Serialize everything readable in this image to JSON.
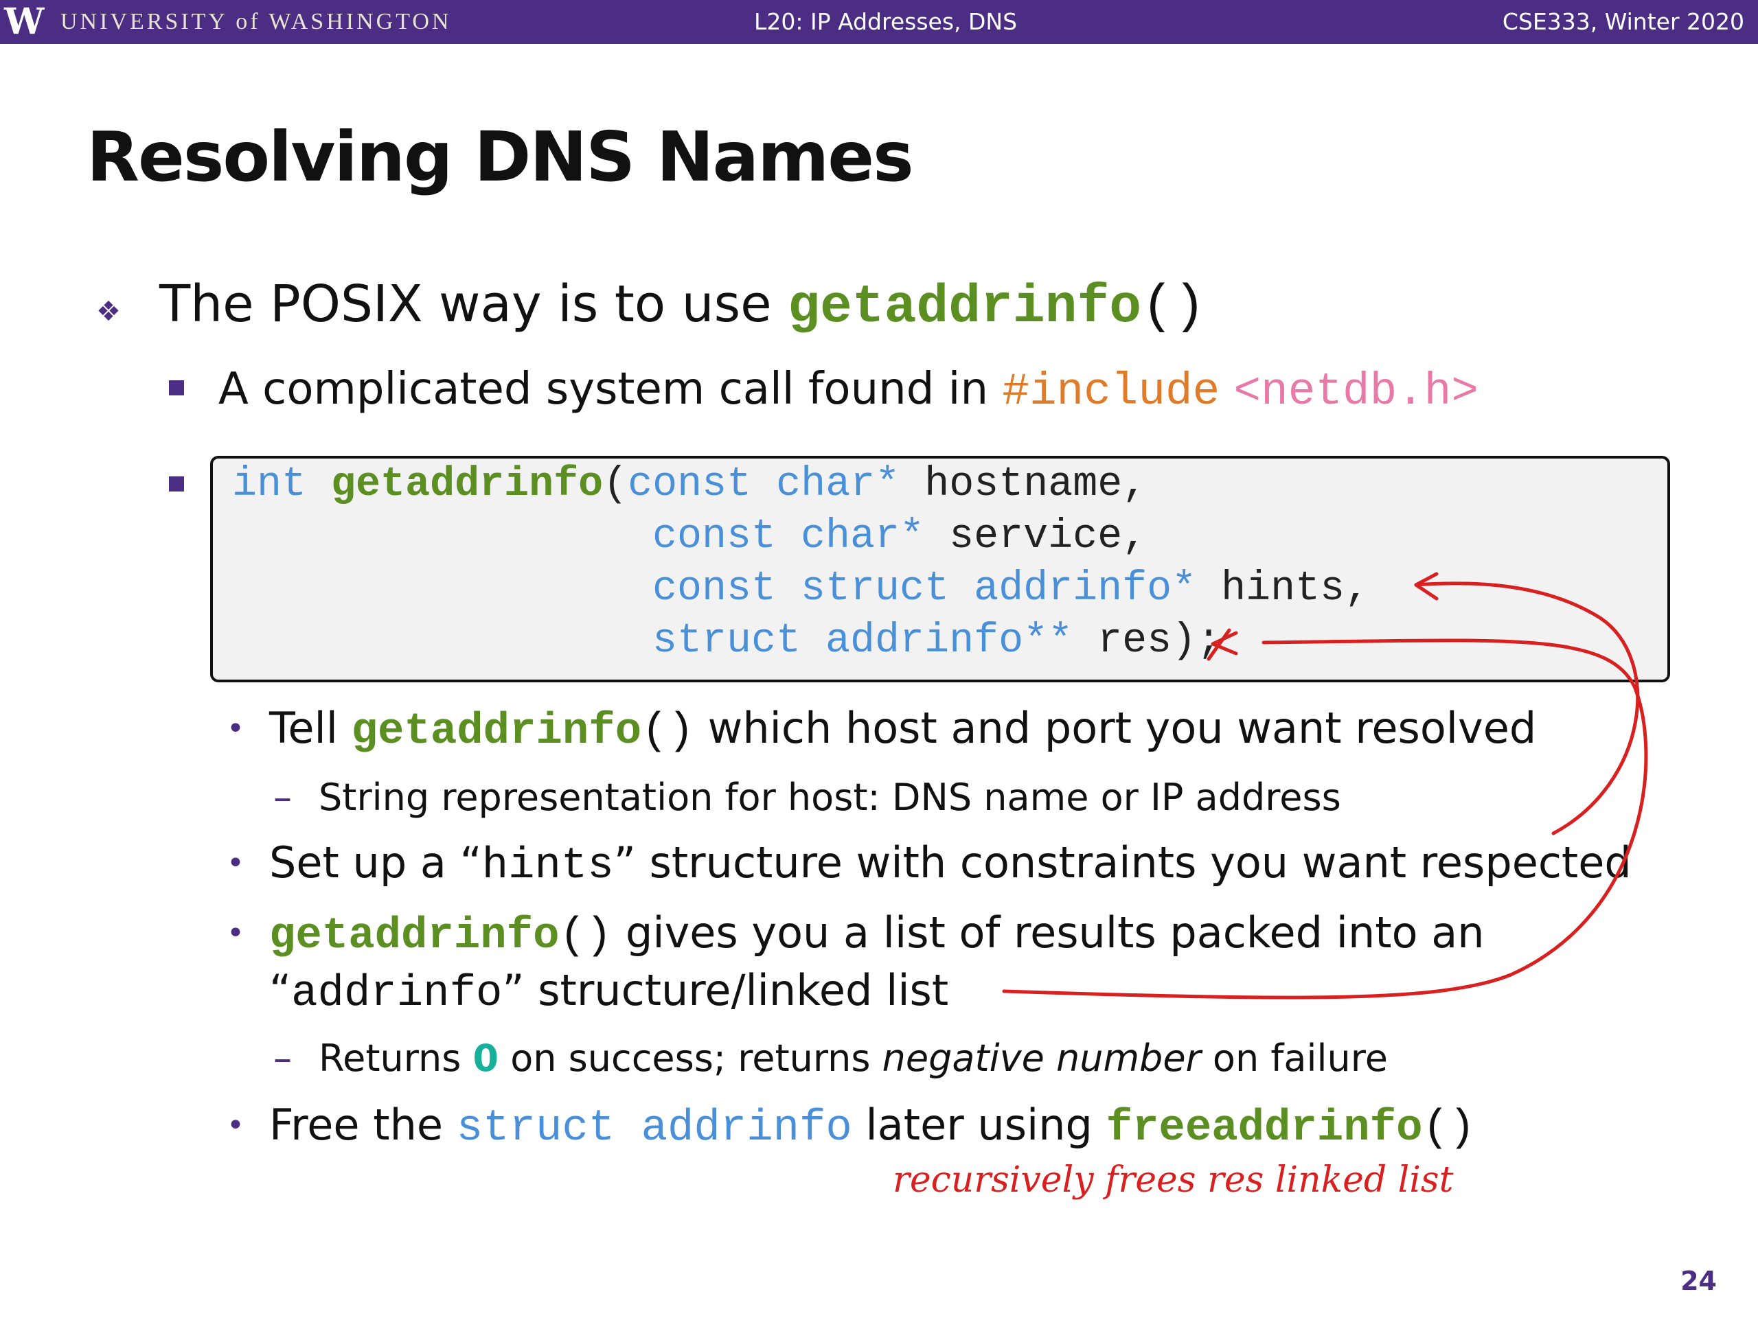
{
  "header": {
    "logo": "W",
    "university": "UNIVERSITY of WASHINGTON",
    "lecture": "L20: IP Addresses, DNS",
    "course": "CSE333, Winter 2020"
  },
  "title": "Resolving DNS Names",
  "bullet1": {
    "pre": "The POSIX way is to use ",
    "fn": "getaddrinfo",
    "parens": "()"
  },
  "bullet2": {
    "pre": "A complicated system call found in ",
    "include": "#include",
    "header": "<netdb.h>"
  },
  "code": {
    "int": "int",
    "fn": "getaddrinfo",
    "open": "(",
    "line1_type": "const char*",
    "line1_arg": " hostname,",
    "line2_type": "const char*",
    "line2_arg": " service,",
    "line3_type": "const struct addrinfo*",
    "line3_arg": " hints,",
    "line4_type": "struct addrinfo**",
    "line4_arg": " res);"
  },
  "sub1": {
    "pre": "Tell ",
    "fn": "getaddrinfo",
    "parens": "()",
    "post": " which host and port you want resolved"
  },
  "sub1a": "String representation for host: DNS name or IP address",
  "sub2": {
    "pre": "Set up a “",
    "code": "hints",
    "post": "” structure with constraints you want respected"
  },
  "sub3": {
    "fn": "getaddrinfo",
    "parens": "()",
    "post": " gives you a list of results packed into an",
    "line2_pre": "“",
    "line2_code": "addrinfo",
    "line2_post": "” structure/linked list"
  },
  "sub3a": {
    "pre": "Returns ",
    "zero": "0",
    "mid": " on success; returns ",
    "ital": "negative number",
    "post": " on failure"
  },
  "sub4": {
    "pre": "Free the ",
    "code": "struct addrinfo",
    "mid": " later using ",
    "fn": "freeaddrinfo",
    "parens": "()"
  },
  "handwritten_note": "recursively frees res linked list",
  "page_number": "24"
}
